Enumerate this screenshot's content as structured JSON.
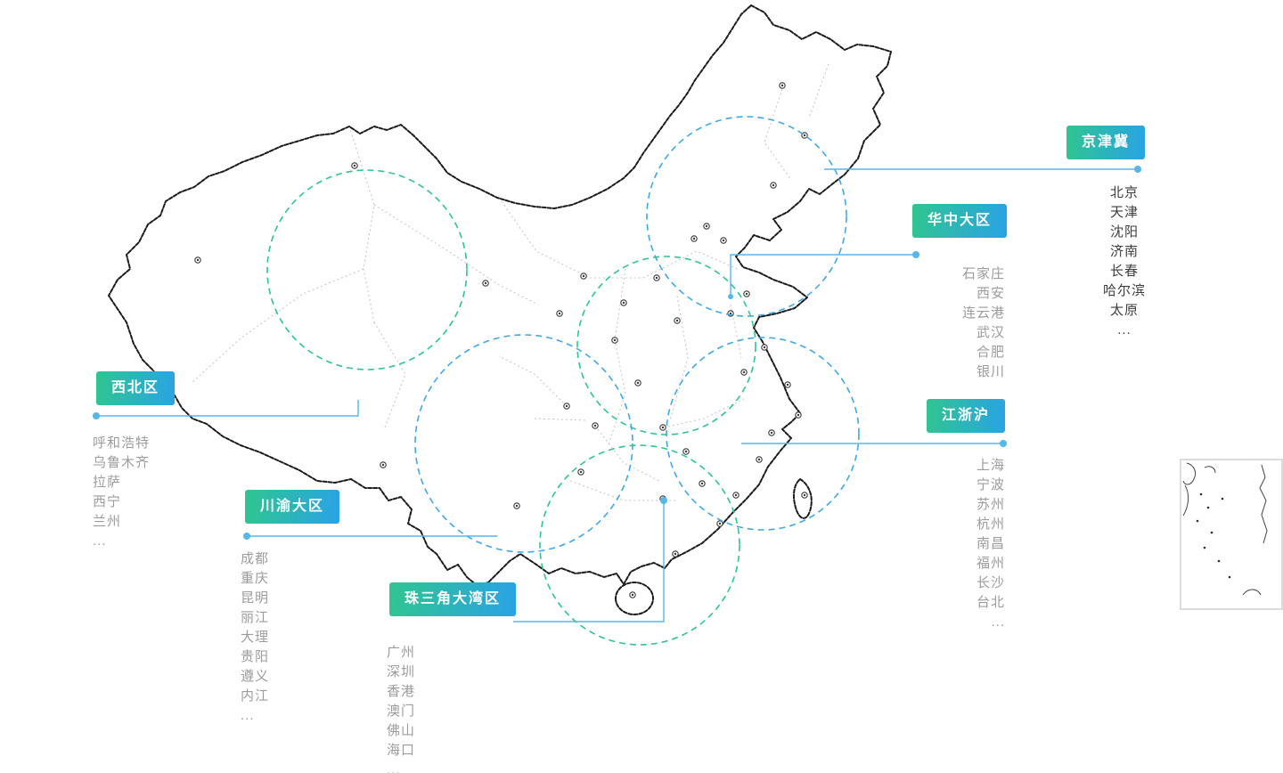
{
  "regions": [
    {
      "id": "jingjinji",
      "label": "京津冀",
      "theme": "blue",
      "cities": [
        "北京",
        "天津",
        "沈阳",
        "济南",
        "长春",
        "哈尔滨",
        "太原",
        "..."
      ]
    },
    {
      "id": "huazhong",
      "label": "华中大区",
      "theme": "blue",
      "cities": [
        "石家庄",
        "西安",
        "连云港",
        "武汉",
        "合肥",
        "银川"
      ]
    },
    {
      "id": "xibei",
      "label": "西北区",
      "theme": "green",
      "cities": [
        "呼和浩特",
        "乌鲁木齐",
        "拉萨",
        "西宁",
        "兰州",
        "..."
      ]
    },
    {
      "id": "chuanyu",
      "label": "川渝大区",
      "theme": "green",
      "cities": [
        "成都",
        "重庆",
        "昆明",
        "丽江",
        "大理",
        "贵阳",
        "遵义",
        "内江",
        "..."
      ]
    },
    {
      "id": "zhusanjiao",
      "label": "珠三角大湾区",
      "theme": "green",
      "cities": [
        "广州",
        "深圳",
        "香港",
        "澳门",
        "佛山",
        "海口",
        "..."
      ]
    },
    {
      "id": "jiangzhehu",
      "label": "江浙沪",
      "theme": "blue",
      "cities": [
        "上海",
        "宁波",
        "苏州",
        "杭州",
        "南昌",
        "福州",
        "长沙",
        "台北",
        "..."
      ]
    }
  ],
  "colors": {
    "accent_blue": "#29A3E5",
    "accent_green": "#30C590",
    "circle_blue": "#3FA8E6",
    "circle_green": "#2EC48E",
    "leader_line": "#55B7EA",
    "map_outline": "#1B1B1B",
    "province_line": "#C4C4C4",
    "city_list_dark": "#3D3D3D",
    "city_list_gray": "#9C9C9C",
    "chip_text": "#FFFFFF"
  }
}
